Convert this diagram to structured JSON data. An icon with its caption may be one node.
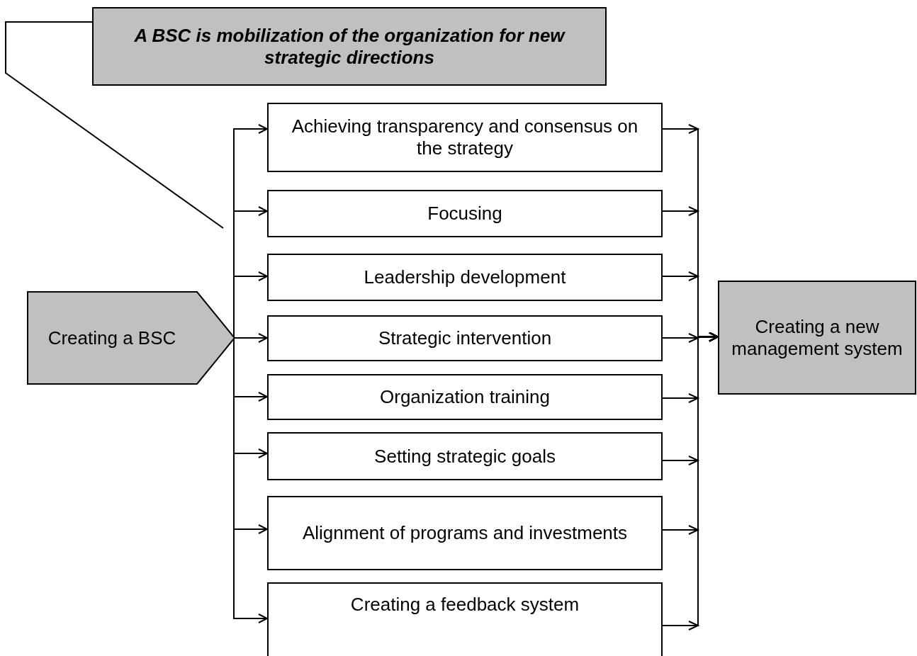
{
  "diagram": {
    "nodes": [
      {
        "text": [
          "A BSC is mobilization of the organization for new strategic directions"
        ]
      },
      {
        "text": [
          "Creating a BSC"
        ]
      },
      {
        "text": [
          "Achieving transparency and consensus on the strategy"
        ]
      },
      {
        "text": [
          "Focusing"
        ]
      },
      {
        "text": [
          "Leadership development"
        ]
      },
      {
        "text": [
          "Strategic intervention"
        ]
      },
      {
        "text": [
          "Organization training"
        ]
      },
      {
        "text": [
          "Setting strategic goals"
        ]
      },
      {
        "text": [
          "Alignment of programs and investments"
        ]
      },
      {
        "text": [
          "Creating a feedback system"
        ]
      },
      {
        "text": [
          "Creating a new management system"
        ]
      }
    ],
    "edges": [
      {
        "from": 0,
        "to": null,
        "arrow": "none"
      },
      {
        "from": 1,
        "to": 2,
        "arrow": "to"
      },
      {
        "from": 1,
        "to": 3,
        "arrow": "to"
      },
      {
        "from": 1,
        "to": 4,
        "arrow": "to"
      },
      {
        "from": 1,
        "to": 5,
        "arrow": "to"
      },
      {
        "from": 1,
        "to": 6,
        "arrow": "to"
      },
      {
        "from": 1,
        "to": 7,
        "arrow": "to"
      },
      {
        "from": 1,
        "to": 8,
        "arrow": "to"
      },
      {
        "from": 1,
        "to": 9,
        "arrow": "to"
      },
      {
        "from": 2,
        "to": 10,
        "arrow": "to"
      },
      {
        "from": 3,
        "to": 10,
        "arrow": "to"
      },
      {
        "from": 4,
        "to": 10,
        "arrow": "to"
      },
      {
        "from": 5,
        "to": 10,
        "arrow": "to"
      },
      {
        "from": 6,
        "to": 10,
        "arrow": "to"
      },
      {
        "from": 7,
        "to": 10,
        "arrow": "to"
      },
      {
        "from": 8,
        "to": 10,
        "arrow": "to"
      },
      {
        "from": 9,
        "to": 10,
        "arrow": "to"
      }
    ]
  }
}
